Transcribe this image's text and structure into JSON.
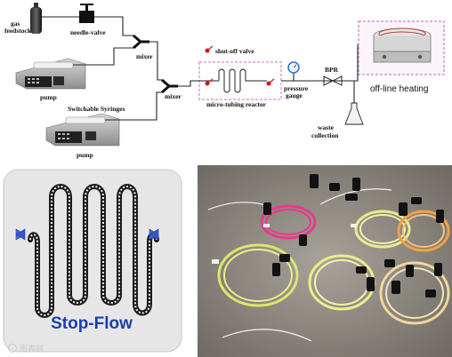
{
  "schematic": {
    "gas_feedstock": [
      "gas",
      "feedstock"
    ],
    "needle_valve": "needle-valve",
    "mixer_top": "mixer",
    "mixer_bottom": "mixer",
    "pump_top": "pump",
    "pump_bottom": "pump",
    "switchable_syringes": "Switchable Syringes",
    "shutoff_valve": "shut-off valve",
    "reactor": "micro-tubing reactor",
    "pressure_gauge": [
      "pressure",
      "gauge"
    ],
    "bpr": "BPR",
    "waste": [
      "waste",
      "collection"
    ],
    "offline_heating": "off-line heating"
  },
  "stop_flow_panel": {
    "label": "Stop-Flow",
    "label_color": "#1a3fae"
  },
  "photo_panel": {
    "tubing_colors": [
      "#e83a8a",
      "#d9e86a",
      "#f0a24a",
      "#e9ef88",
      "#f1d79a"
    ]
  },
  "watermark": "图表网"
}
